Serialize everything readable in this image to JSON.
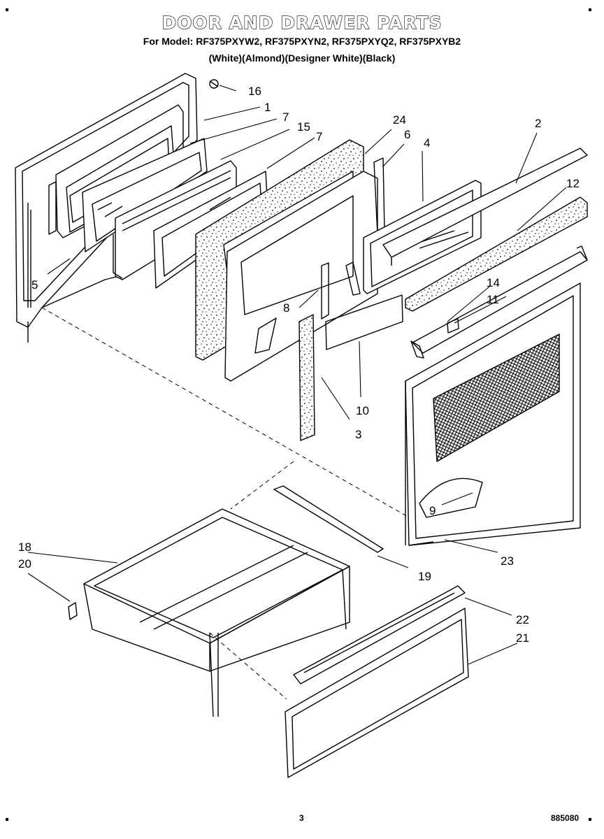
{
  "header": {
    "title": "DOOR AND DRAWER PARTS",
    "models": "For Model: RF375PXYW2, RF375PXYN2, RF375PXYQ2, RF375PXYB2",
    "colors": "(White)(Almond)(Designer White)(Black)"
  },
  "callouts": [
    "1",
    "2",
    "3",
    "4",
    "5",
    "6",
    "7",
    "7",
    "8",
    "9",
    "10",
    "11",
    "12",
    "14",
    "15",
    "16",
    "18",
    "19",
    "20",
    "21",
    "22",
    "23",
    "24"
  ],
  "footer": {
    "page_number": "3",
    "doc_number": "885080"
  }
}
